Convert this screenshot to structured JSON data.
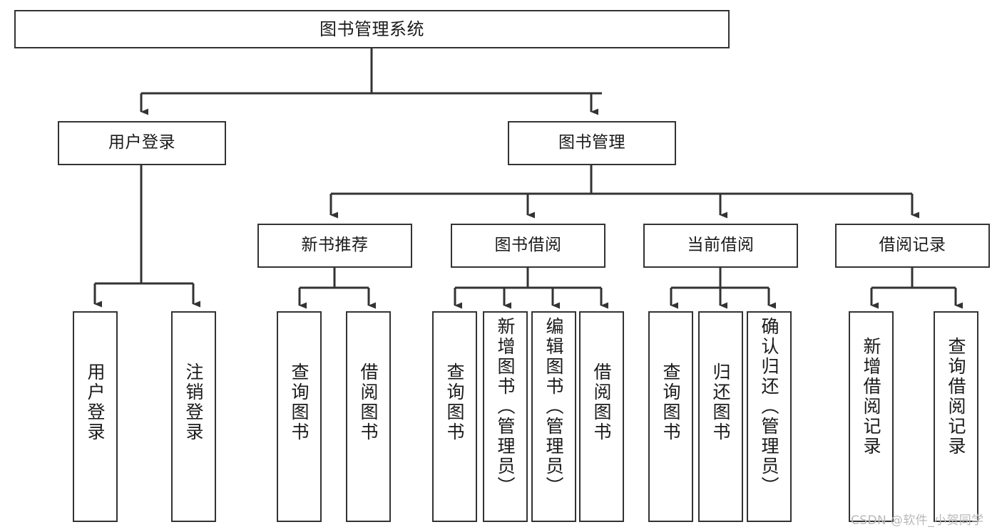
{
  "diagram": {
    "type": "tree",
    "title": "图书管理系统",
    "theme": {
      "background": "#ffffff",
      "box_border": "#333333",
      "box_fill": "#ffffff",
      "connector": "#333333",
      "text": "#1a1a1a",
      "watermark": "#b9b9b9"
    },
    "nodes": {
      "root": {
        "label": "图书管理系统",
        "orientation": "horizontal"
      },
      "user_login": {
        "label": "用户登录",
        "orientation": "horizontal"
      },
      "book_manage": {
        "label": "图书管理",
        "orientation": "horizontal"
      },
      "new_book_rec": {
        "label": "新书推荐",
        "orientation": "horizontal"
      },
      "book_borrow": {
        "label": "图书借阅",
        "orientation": "horizontal"
      },
      "current_borrow": {
        "label": "当前借阅",
        "orientation": "horizontal"
      },
      "borrow_record": {
        "label": "借阅记录",
        "orientation": "horizontal"
      },
      "leaf_user_login": {
        "label": "用户登录",
        "orientation": "vertical"
      },
      "leaf_logout": {
        "label": "注销登录",
        "orientation": "vertical"
      },
      "leaf_query_book_1": {
        "label": "查询图书",
        "orientation": "vertical"
      },
      "leaf_borrow_book_1": {
        "label": "借阅图书",
        "orientation": "vertical"
      },
      "leaf_query_book_2": {
        "label": "查询图书",
        "orientation": "vertical"
      },
      "leaf_add_book": {
        "label": "新增图书（管理员）",
        "orientation": "vertical"
      },
      "leaf_edit_book": {
        "label": "编辑图书（管理员）",
        "orientation": "vertical"
      },
      "leaf_borrow_book_2": {
        "label": "借阅图书",
        "orientation": "vertical"
      },
      "leaf_query_book_3": {
        "label": "查询图书",
        "orientation": "vertical"
      },
      "leaf_return_book": {
        "label": "归还图书",
        "orientation": "vertical"
      },
      "leaf_confirm_return": {
        "label": "确认归还（管理员）",
        "orientation": "vertical"
      },
      "leaf_add_record": {
        "label": "新增借阅记录",
        "orientation": "vertical"
      },
      "leaf_query_record": {
        "label": "查询借阅记录",
        "orientation": "vertical"
      }
    },
    "edges": [
      {
        "from": "root",
        "to": "user_login"
      },
      {
        "from": "root",
        "to": "book_manage"
      },
      {
        "from": "user_login",
        "to": "leaf_user_login"
      },
      {
        "from": "user_login",
        "to": "leaf_logout"
      },
      {
        "from": "book_manage",
        "to": "new_book_rec"
      },
      {
        "from": "book_manage",
        "to": "book_borrow"
      },
      {
        "from": "book_manage",
        "to": "current_borrow"
      },
      {
        "from": "book_manage",
        "to": "borrow_record"
      },
      {
        "from": "new_book_rec",
        "to": "leaf_query_book_1"
      },
      {
        "from": "new_book_rec",
        "to": "leaf_borrow_book_1"
      },
      {
        "from": "book_borrow",
        "to": "leaf_query_book_2"
      },
      {
        "from": "book_borrow",
        "to": "leaf_add_book"
      },
      {
        "from": "book_borrow",
        "to": "leaf_edit_book"
      },
      {
        "from": "book_borrow",
        "to": "leaf_borrow_book_2"
      },
      {
        "from": "current_borrow",
        "to": "leaf_query_book_3"
      },
      {
        "from": "current_borrow",
        "to": "leaf_return_book"
      },
      {
        "from": "current_borrow",
        "to": "leaf_confirm_return"
      },
      {
        "from": "borrow_record",
        "to": "leaf_add_record"
      },
      {
        "from": "borrow_record",
        "to": "leaf_query_record"
      }
    ],
    "watermark": "CSDN @软件_小贺同学"
  }
}
